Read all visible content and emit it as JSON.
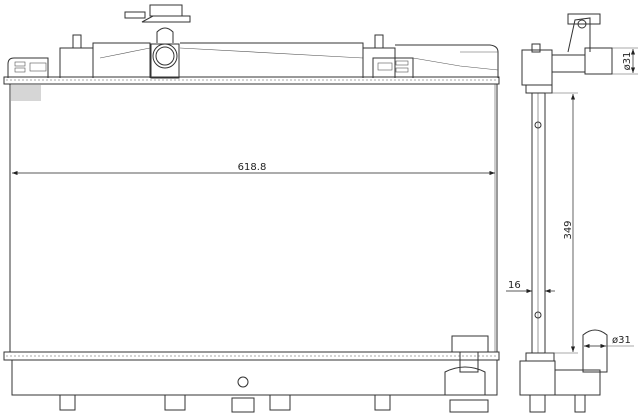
{
  "drawing": {
    "title": "Radiator technical drawing",
    "dimensions": {
      "core_width": "618.8",
      "core_height": "349",
      "core_depth": "16",
      "inlet_diameter": "ø31",
      "outlet_diameter": "ø31"
    }
  }
}
